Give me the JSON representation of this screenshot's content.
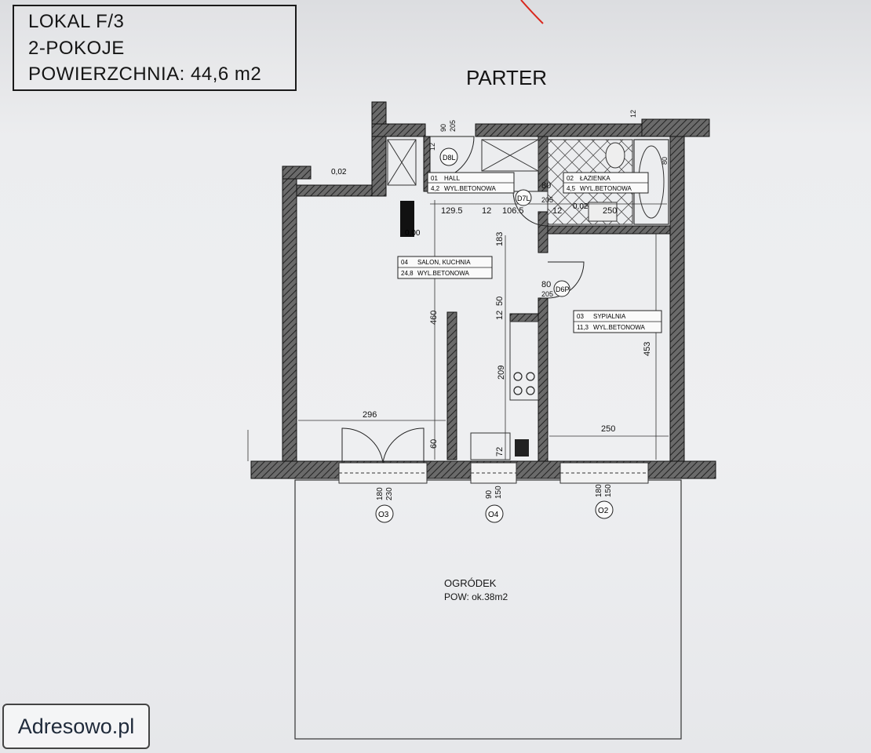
{
  "title_box": {
    "line1": "LOKAL F/3",
    "line2": "2-POKOJE",
    "line3": "POWIERZCHNIA: 44,6 m2"
  },
  "floor_label": "PARTER",
  "rooms": [
    {
      "id": "hall",
      "num": "01",
      "name": "HALL",
      "area": "4,2",
      "finish": "WYL.BETONOWA"
    },
    {
      "id": "lazienka",
      "num": "02",
      "name": "ŁAZIENKA",
      "area": "4,5",
      "finish": "WYL.BETONOWA"
    },
    {
      "id": "sypialnia",
      "num": "03",
      "name": "SYPIALNIA",
      "area": "11,3",
      "finish": "WYL.BETONOWA"
    },
    {
      "id": "salon",
      "num": "04",
      "name": "SALON, KUCHNIA",
      "area": "24,8",
      "finish": "WYL.BETONOWA"
    }
  ],
  "door_tags": [
    "D8L",
    "D7L",
    "D6P"
  ],
  "level_marks": [
    "0,02",
    "0,00",
    "0,02"
  ],
  "dimensions": {
    "d129": "129.5",
    "d12a": "12",
    "d106": "106.5",
    "d12b": "12",
    "d183": "183",
    "d460": "460",
    "d209": "209",
    "d453": "453",
    "d296": "296",
    "d250": "250",
    "d250b": "250",
    "d60": "60",
    "d72": "72",
    "d12c": "12",
    "d50": "50",
    "d80a": "80",
    "d205a": "205",
    "d80b": "80",
    "d205b": "205",
    "d90": "90",
    "d205": "205",
    "d12d": "12",
    "d12e": "12",
    "d80c": "80"
  },
  "windows": [
    {
      "tag": "O3",
      "dim1": "180",
      "dim2": "230"
    },
    {
      "tag": "O4",
      "dim1": "90",
      "dim2": "150"
    },
    {
      "tag": "O2",
      "dim1": "180",
      "dim2": "150"
    }
  ],
  "garden": {
    "name": "OGRÓDEK",
    "area": "POW: ok.38m2"
  },
  "watermark": "Adresowo.pl"
}
